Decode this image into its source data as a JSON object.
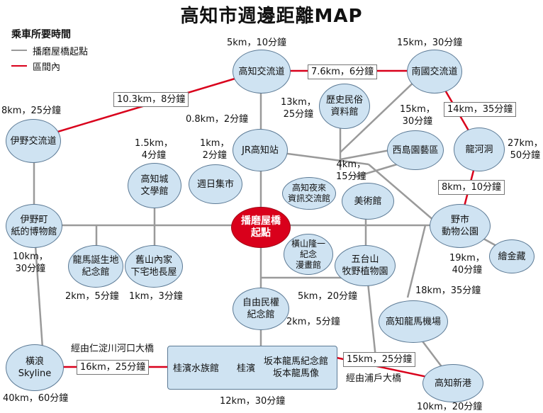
{
  "title": "高知市週邊距離MAP",
  "legend": {
    "title": "乘車所要時間",
    "gray": "播磨屋橋起點",
    "red": "區間內",
    "gray_color": "#9a9a9a",
    "red_color": "#d9001b"
  },
  "colors": {
    "node_fill": "#cfe3f2",
    "node_border": "#5c7a95",
    "hub_fill": "#d9001b"
  },
  "nodes": {
    "hub": "播磨屋橋\n起點",
    "kochi_ic": "高知交流道",
    "nankoku_ic": "南國交流道",
    "iyo_ic": "伊野交流道",
    "jr_kochi": "JR高知站",
    "rekishi": "歷史民俗\n資料館",
    "nishijima": "西島園藝區",
    "ryugado": "龍河洞",
    "kochijo": "高知城\n文學館",
    "nichiyoichi": "週日集市",
    "yoichi": "高知夜來\n資訊交流館",
    "bijutsukan": "美術館",
    "nomachi": "野市\n動物公園",
    "ekintou": "繪金藏",
    "inocho": "伊野町\n紙的博物館",
    "ryoma_birth": "龍馬誕生地\n紀念館",
    "kyuyamauchi": "舊山內家\n下宅地長屋",
    "yokoyama": "橫山隆一\n紀念\n漫畫館",
    "godaisan": "五台山\n牧野植物園",
    "jiyuminken": "自由民權\n紀念館",
    "ryoma_airport": "高知龍馬機場",
    "yokonami": "橫浪\nSkyline",
    "kochi_port": "高知新港"
  },
  "bottom_box": {
    "suizokukan": "桂濱水族館",
    "katsurahama": "桂濱",
    "ryoma_museum": "坂本龍馬紀念館\n坂本龍馬像"
  },
  "distances": {
    "kochi_ic": "5km，10分鐘",
    "nankoku_ic": "15km，30分鐘",
    "iyo_ic": "8km，25分鐘",
    "jr": "0.8km，2分鐘",
    "rekishi": "13km，\n25分鐘",
    "nishijima": "15km，\n30分鐘",
    "ryugado": "27km，\n50分鐘",
    "kochijo": "1.5km，\n4分鐘",
    "nichiyoichi": "1km，\n2分鐘",
    "bijutsukan": "4km，\n15分鐘",
    "inocho": "10km，\n30分鐘",
    "nomachi": "19km，\n40分鐘",
    "ryoma_birth": "2km，5分鐘",
    "kyuyamauchi": "1km，3分鐘",
    "godaisan": "5km，20分鐘",
    "ryoma_airport": "18km，35分鐘",
    "jiyuminken": "2km，5分鐘",
    "yokonami": "40km，60分鐘",
    "katsurahama": "12km，30分鐘",
    "kochi_port": "10km，20分鐘"
  },
  "route_notes": {
    "niyodo": "經由仁淀川河口大橋",
    "urado": "經由浦戶大橋"
  },
  "box_labels": {
    "ic_ic": "7.6km，6分鐘",
    "iyo_kochi": "10.3km，8分鐘",
    "nankoku_ryugado": "14km，35分鐘",
    "ryugado_nomachi": "8km，10分鐘",
    "yokonami_box": "16km，25分鐘",
    "box_port": "15km，25分鐘"
  }
}
